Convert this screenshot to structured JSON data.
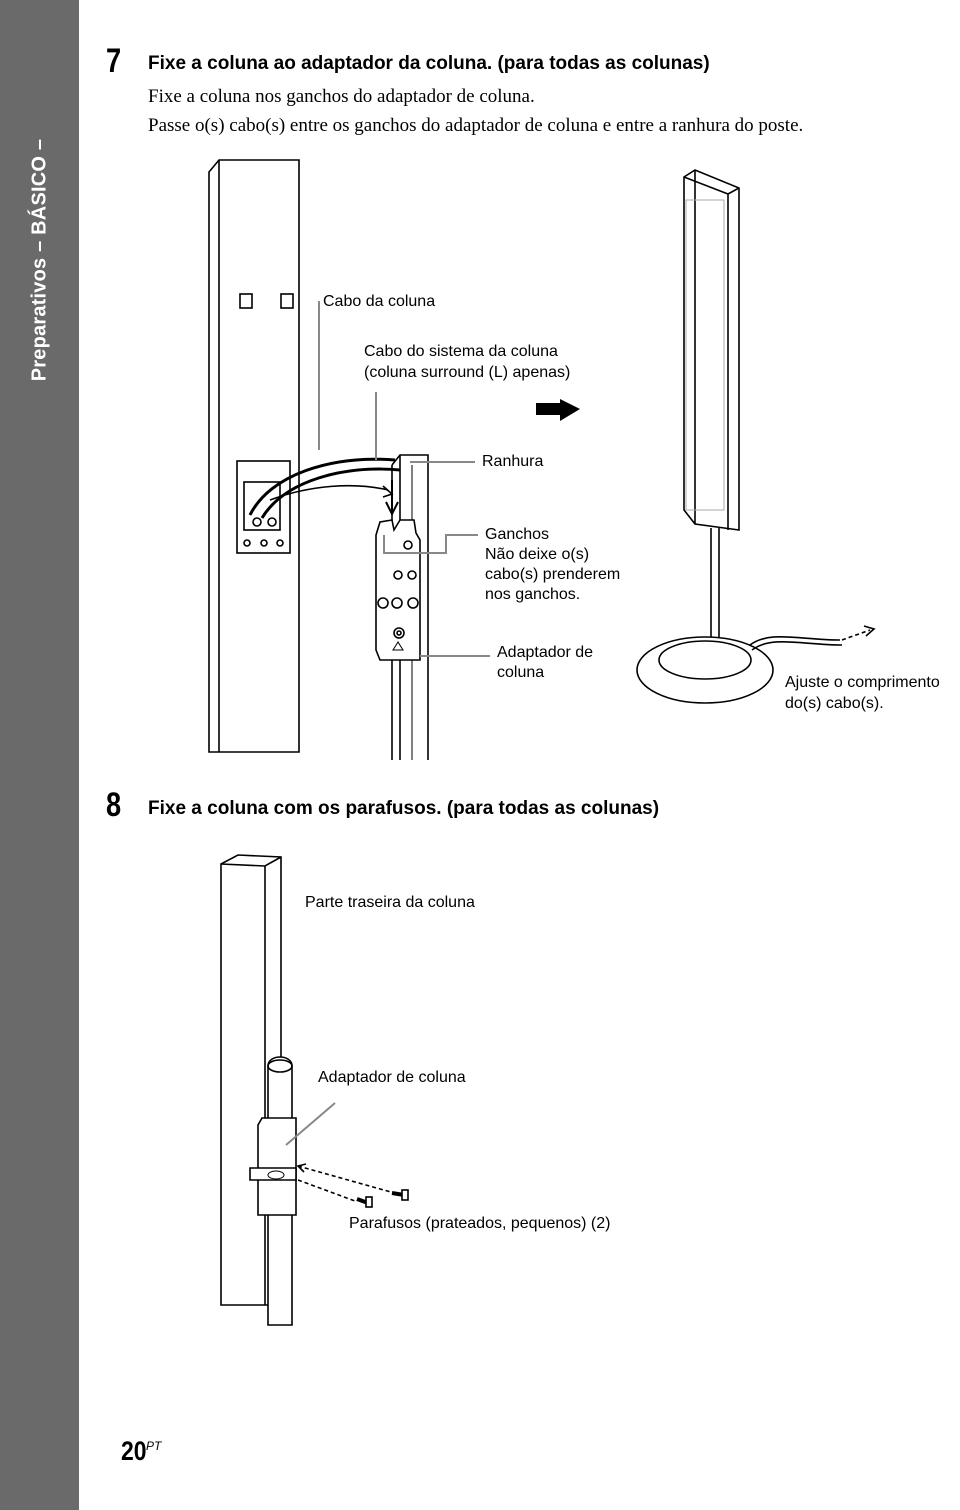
{
  "sidebar": {
    "section": "Preparativos – BÁSICO –"
  },
  "step7": {
    "number": "7",
    "title": "Fixe a coluna ao adaptador da coluna. (para todas as colunas)",
    "line1": "Fixe a coluna nos ganchos do adaptador de coluna.",
    "line2": "Passe o(s) cabo(s) entre os ganchos do adaptador de coluna e entre a ranhura do poste.",
    "labels": {
      "cabo_coluna": "Cabo da coluna",
      "cabo_sistema_1": "Cabo do sistema da coluna",
      "cabo_sistema_2": "(coluna surround (L) apenas)",
      "ranhura": "Ranhura",
      "ganchos_1": "Ganchos",
      "ganchos_2": "Não deixe o(s)",
      "ganchos_3": "cabo(s) prenderem",
      "ganchos_4": "nos ganchos.",
      "adaptador_1": "Adaptador de",
      "adaptador_2": "coluna",
      "ajuste_1": "Ajuste o comprimento",
      "ajuste_2": "do(s) cabo(s)."
    }
  },
  "step8": {
    "number": "8",
    "title": "Fixe a coluna com os parafusos. (para todas as colunas)",
    "labels": {
      "parte_traseira": "Parte traseira da coluna",
      "adaptador": "Adaptador de coluna",
      "parafusos": "Parafusos (prateados, pequenos) (2)"
    }
  },
  "footer": {
    "page_number": "20",
    "page_suffix": "PT"
  }
}
